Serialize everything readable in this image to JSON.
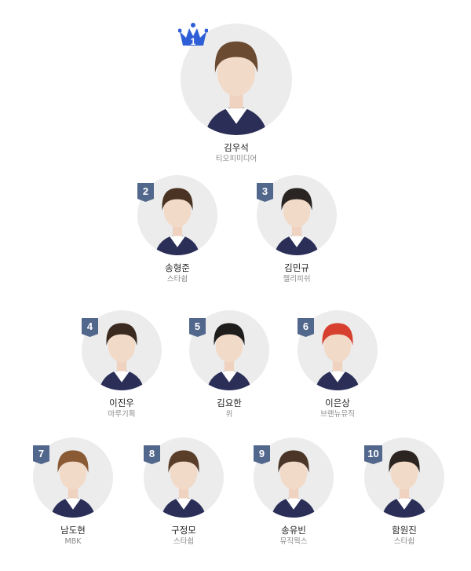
{
  "colors": {
    "badge": "#52678c",
    "crown": "#2f5fd6",
    "photo_bg": "#ececec",
    "name": "#222222",
    "agency": "#888888"
  },
  "trainees": [
    {
      "rank": "1",
      "name": "김우석",
      "agency": "티오피미디어",
      "hair": "#6b4a32",
      "badge_icon": "crown-icon"
    },
    {
      "rank": "2",
      "name": "송형준",
      "agency": "스타쉽",
      "hair": "#4a3322"
    },
    {
      "rank": "3",
      "name": "김민규",
      "agency": "젤리피쉬",
      "hair": "#2a2522"
    },
    {
      "rank": "4",
      "name": "이진우",
      "agency": "마루기획",
      "hair": "#3a2a1f"
    },
    {
      "rank": "5",
      "name": "김요한",
      "agency": "위",
      "hair": "#1f1c1c"
    },
    {
      "rank": "6",
      "name": "이은상",
      "agency": "브랜뉴뮤직",
      "hair": "#d7402f"
    },
    {
      "rank": "7",
      "name": "남도현",
      "agency": "MBK",
      "hair": "#8a5a35"
    },
    {
      "rank": "8",
      "name": "구정모",
      "agency": "스타쉽",
      "hair": "#5a3e2a"
    },
    {
      "rank": "9",
      "name": "송유빈",
      "agency": "뮤직웍스",
      "hair": "#4a3526"
    },
    {
      "rank": "10",
      "name": "함원진",
      "agency": "스타쉽",
      "hair": "#2c2420"
    }
  ]
}
